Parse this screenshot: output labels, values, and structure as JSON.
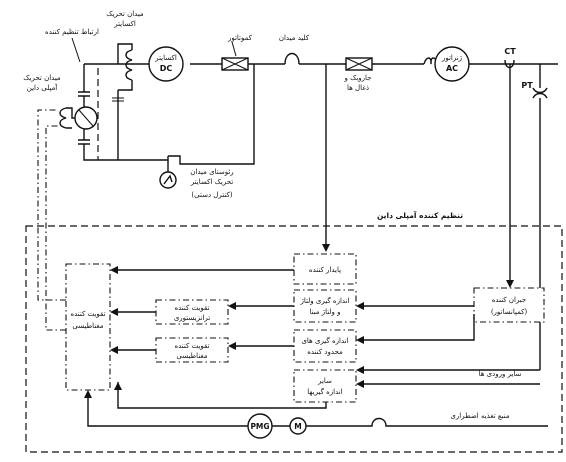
{
  "diagram": {
    "labels": {
      "field_breaker_link": "ارتباط تنظیم کننده",
      "exciter_field": [
        "میدان تحریک",
        "اکسایتر"
      ],
      "exciter_dc": [
        "اکسایتر",
        "DC"
      ],
      "commutator": "کموتاتور",
      "field_key": "کلید میدان",
      "generator_ac": [
        "ژنراتور",
        "AC"
      ],
      "ct": "CT",
      "pt": "PT",
      "surge": [
        "جاروبک و",
        "ذغال ها"
      ],
      "pilot_exciter_field": [
        "میدان تحریک",
        "آمپلی داین"
      ],
      "rheostat": [
        "رئوستای میدان",
        "تحریک اکسایتر"
      ],
      "manual_control": "(کنترل دستی)",
      "regulator_title": "تنظیم کننده آمپلی داین",
      "stabilizer": "پایدار کننده",
      "voltage_meas": [
        "اندازه گیری ولتاژ",
        "و ولتاژ مبنا"
      ],
      "limiter_meas": [
        "اندازه گیری های",
        "محدود کننده"
      ],
      "other_meas": [
        "سایر",
        "اندازه گیریها"
      ],
      "compensator": [
        "جبران کننده",
        "(کمپانساتور)"
      ],
      "transistor_amp": [
        "تقویت کننده",
        "ترانزیستوری"
      ],
      "magnetic_amp_small": [
        "تقویت کننده",
        "مغناطیسی"
      ],
      "magnetic_amp_main": [
        "تقویت کننده",
        "مغناطیسی"
      ],
      "other_inputs": "سایر ورودی ها",
      "emergency_supply": "منبع تغذیه اضطراری",
      "pmg": "PMG",
      "motor": "M"
    }
  }
}
